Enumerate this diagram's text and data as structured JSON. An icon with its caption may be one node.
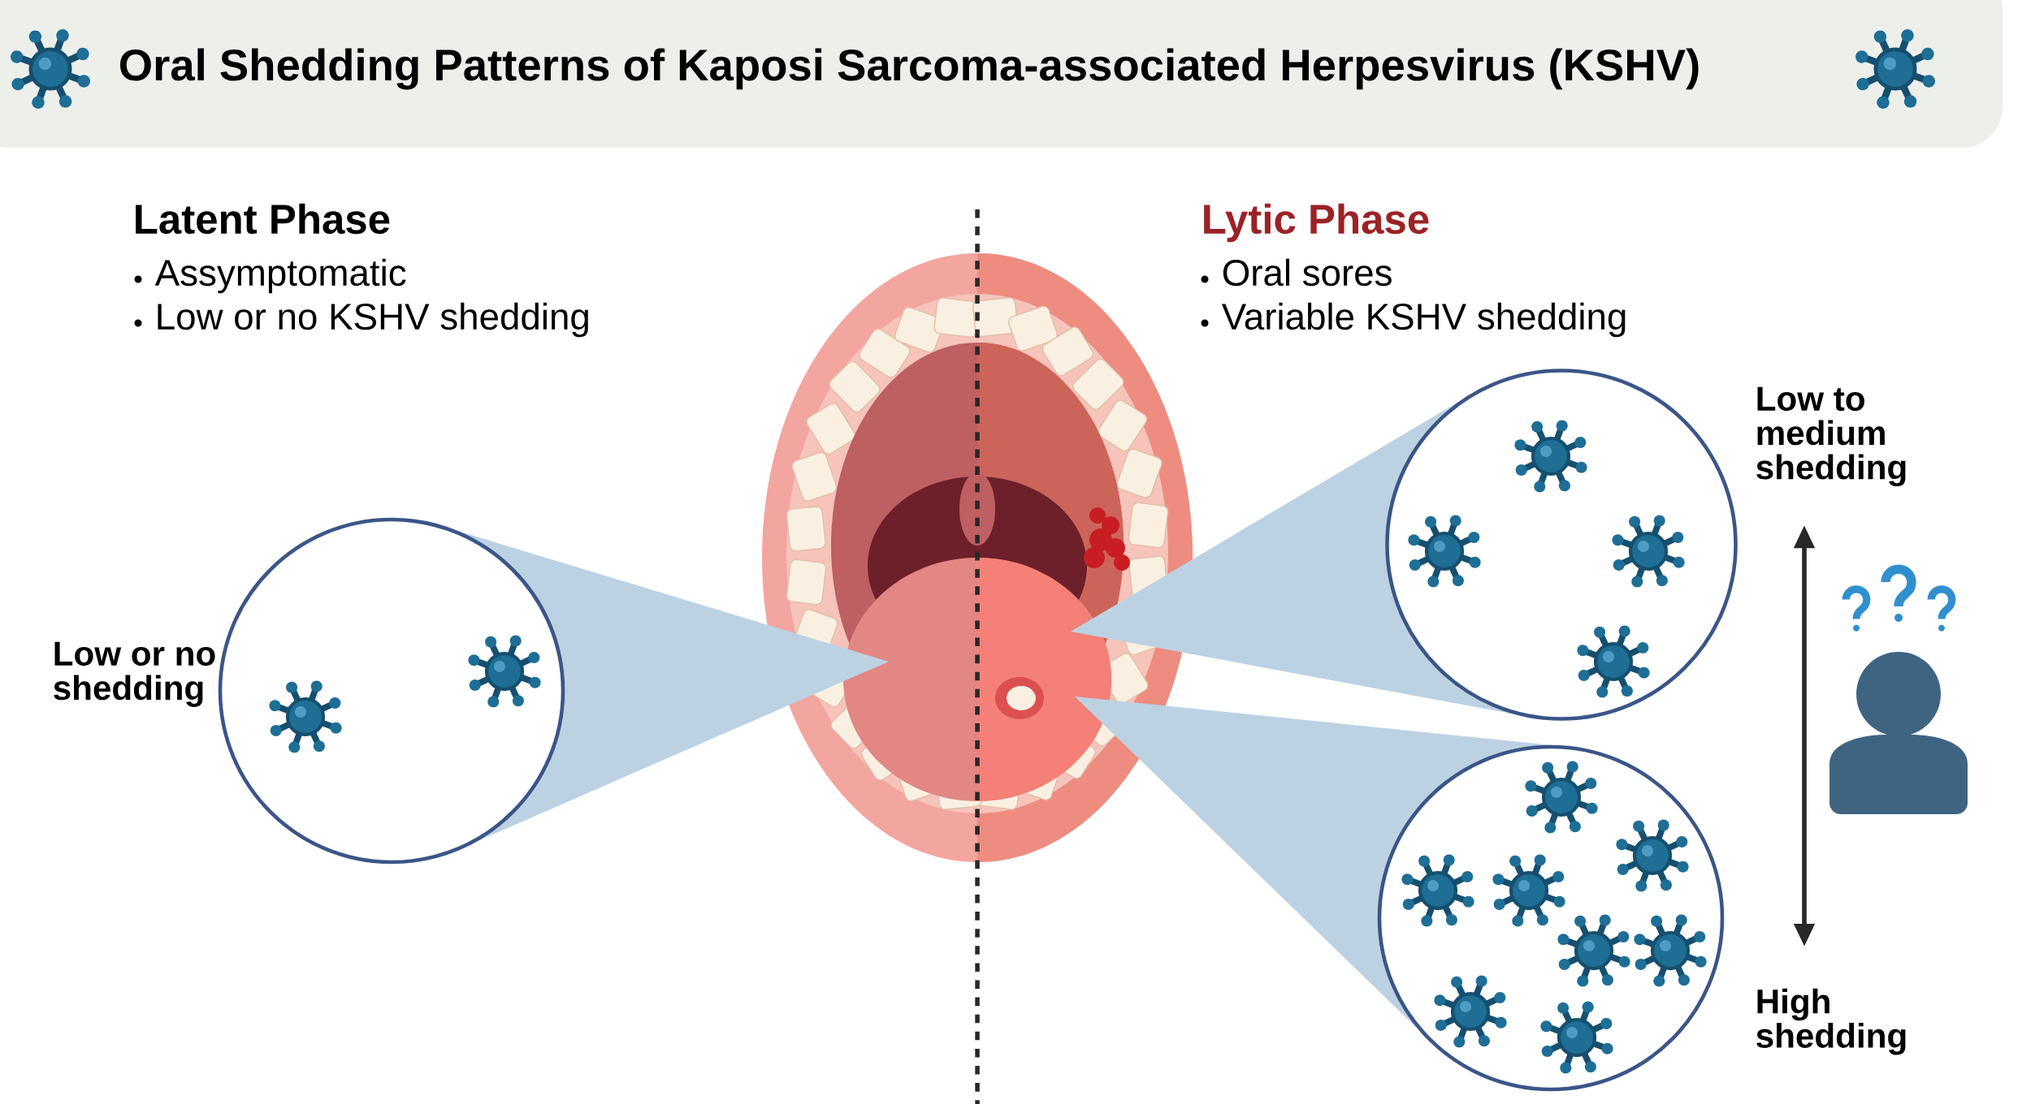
{
  "diagram": {
    "title": "Oral Shedding Patterns of Kaposi Sarcoma-associated Herpesvirus (KSHV)",
    "nodes": [
      {
        "text": [],
        "shape": "circle",
        "beside": [
          "Low or no shedding"
        ]
      },
      {
        "text": [],
        "shape": "circle"
      },
      {
        "text": [],
        "shape": "circle"
      }
    ],
    "labels": [
      "Latent Phase",
      "Assymptomatic",
      "Low or no KSHV shedding",
      "Lytic Phase",
      "Oral sores",
      "Variable KSHV shedding",
      "Low to medium shedding",
      "High shedding"
    ]
  }
}
